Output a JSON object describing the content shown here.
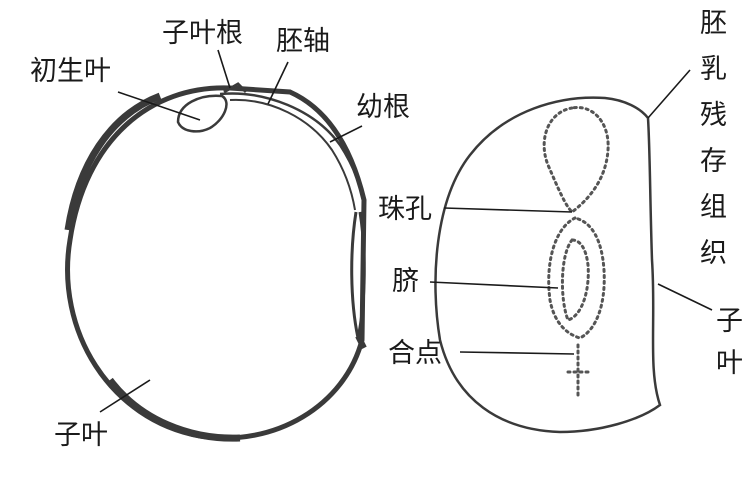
{
  "labels": {
    "cotyledon_root": "子叶根",
    "hypocotyl": "胚轴",
    "primary_leaf": "初生叶",
    "radicle": "幼根",
    "micropyle": "珠孔",
    "hilum": "脐",
    "chalaza": "合点",
    "cotyledon_left": "子叶",
    "endosperm_remnant": [
      "胚",
      "乳",
      "残",
      "存",
      "组",
      "织"
    ],
    "cotyledon_right": [
      "子",
      "叶"
    ]
  }
}
